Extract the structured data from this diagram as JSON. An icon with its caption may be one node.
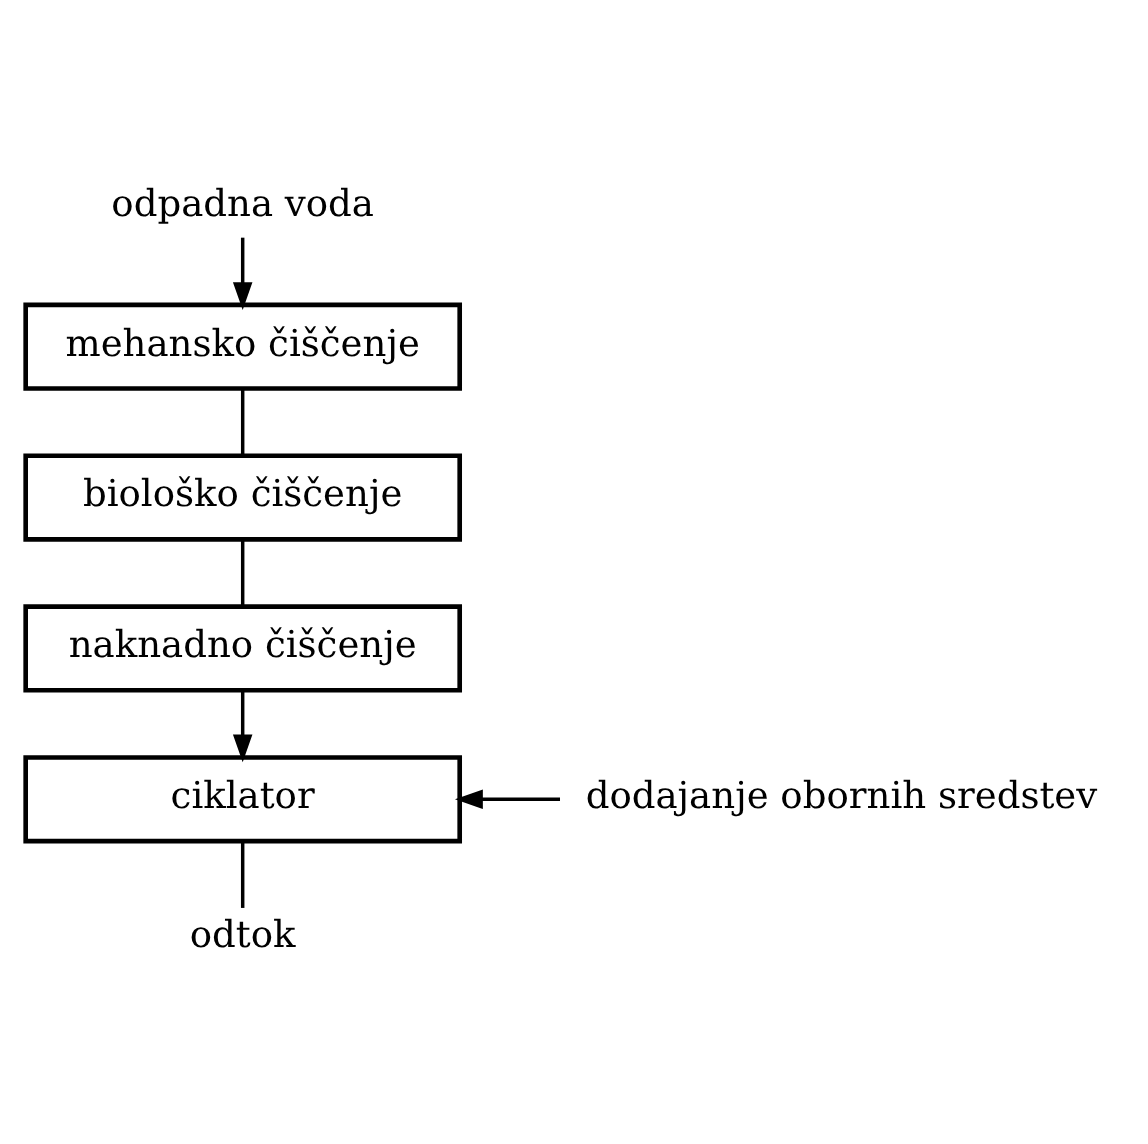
{
  "diagram": {
    "nodes": [
      {
        "text": [
          "odpadna voda"
        ]
      },
      {
        "text": [
          "mehansko čiščenje"
        ]
      },
      {
        "text": [
          "biološko čiščenje"
        ]
      },
      {
        "text": [
          "naknadno čiščenje"
        ]
      },
      {
        "text": [
          "ciklator"
        ]
      },
      {
        "text": [
          "dodajanje obornih sredstev"
        ]
      },
      {
        "text": [
          "odtok"
        ]
      }
    ],
    "edges": [
      {
        "from": 0,
        "to": 1,
        "arrow": "to"
      },
      {
        "from": 1,
        "to": 2,
        "arrow": "none"
      },
      {
        "from": 2,
        "to": 3,
        "arrow": "none"
      },
      {
        "from": 3,
        "to": 4,
        "arrow": "to"
      },
      {
        "from": 5,
        "to": 4,
        "arrow": "to"
      },
      {
        "from": 4,
        "to": 6,
        "arrow": "none"
      }
    ]
  }
}
